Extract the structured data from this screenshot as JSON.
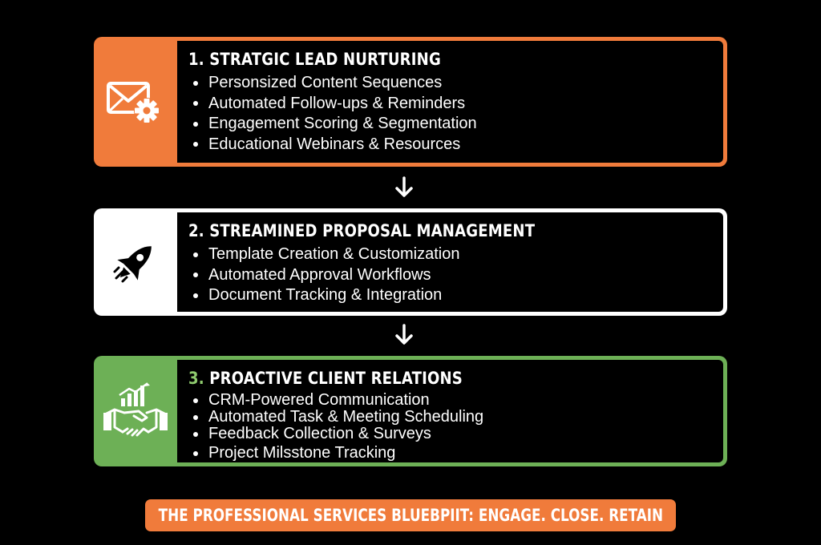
{
  "colors": {
    "background": "#000000",
    "stage1_accent": "#F07B3B",
    "stage2_accent": "#FFFFFF",
    "stage3_accent": "#6DB056",
    "stage3_number": "#8FCB6E",
    "banner": "#F07B3B",
    "text": "#FFFFFF",
    "icon_dark": "#000000"
  },
  "stages": [
    {
      "number": "1.",
      "title": "STRATGIC LEAD NURTURING",
      "icon": "email-gear-icon",
      "items": [
        "Personsized Content Sequences",
        "Automated Follow-ups & Reminders",
        "Engagement Scoring & Segmentation",
        "Educational Webinars & Resources"
      ]
    },
    {
      "number": "2.",
      "title": "STREAMINED PROPOSAL MANAGEMENT",
      "icon": "rocket-icon",
      "items": [
        "Template Creation & Customization",
        "Automated Approval Workflows",
        "Document Tracking & Integration"
      ]
    },
    {
      "number": "3.",
      "title": "PROACTIVE CLIENT RELATIONS",
      "icon": "handshake-chart-icon",
      "items": [
        "CRM-Powered Communication",
        "Automated Task & Meeting Scheduling",
        "Feedback Collection & Surveys",
        "Project Milsstone Tracking"
      ]
    }
  ],
  "banner": {
    "text": "THE PROFESSIONAL SERVICES BLUEBPIIT: ENGAGE. CLOSE. RETAIN"
  }
}
